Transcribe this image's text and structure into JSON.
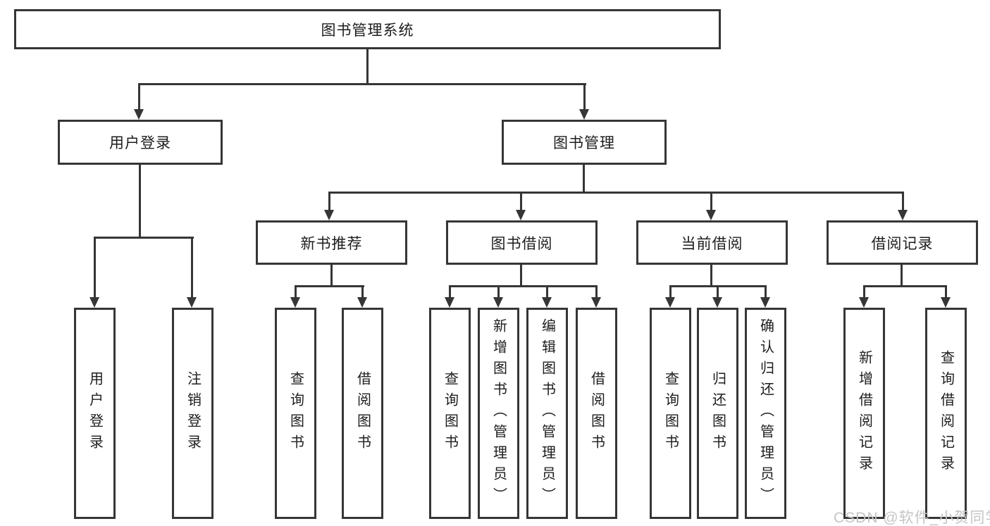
{
  "title": {
    "label": "图书管理系统"
  },
  "nodes": {
    "user_login": {
      "label": "用户登录"
    },
    "book_mgmt": {
      "label": "图书管理"
    },
    "new_book": {
      "label": "新书推荐"
    },
    "book_borrow": {
      "label": "图书借阅"
    },
    "current_borrow": {
      "label": "当前借阅"
    },
    "borrow_record": {
      "label": "借阅记录"
    }
  },
  "leaves": [
    {
      "label": "用户登录",
      "parent": "用户登录"
    },
    {
      "label": "注销登录",
      "parent": "用户登录"
    },
    {
      "label": "查询图书",
      "parent": "新书推荐"
    },
    {
      "label": "借阅图书",
      "parent": "新书推荐"
    },
    {
      "label": "查询图书",
      "parent": "图书借阅"
    },
    {
      "label": "新增图书（管理员）",
      "parent": "图书借阅"
    },
    {
      "label": "编辑图书（管理员）",
      "parent": "图书借阅"
    },
    {
      "label": "借阅图书",
      "parent": "图书借阅"
    },
    {
      "label": "查询图书",
      "parent": "当前借阅"
    },
    {
      "label": "归还图书",
      "parent": "当前借阅"
    },
    {
      "label": "确认归还（管理员）",
      "parent": "当前借阅"
    },
    {
      "label": "新增借阅记录",
      "parent": "借阅记录"
    },
    {
      "label": "查询借阅记录",
      "parent": "借阅记录"
    }
  ],
  "watermark": {
    "text": "CSDN @软件_小贺同学"
  },
  "colors": {
    "line": "#363636",
    "text": "#1d1d1d",
    "background": "#ffffff",
    "watermark": "#c5c5c5"
  }
}
